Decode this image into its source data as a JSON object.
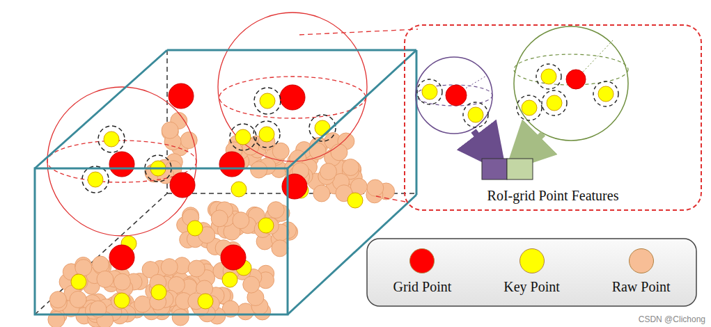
{
  "diagram": {
    "nodes": [
      {
        "text": [
          "RoI-grid Point Features"
        ]
      }
    ],
    "labels": [
      "CSDN @Clichong"
    ],
    "legend": [
      {
        "text": "Grid Point",
        "color": "#ff0000"
      },
      {
        "text": "Key Point",
        "color": "#ffff00"
      },
      {
        "text": "Raw Point",
        "color": "#f7be96"
      }
    ]
  }
}
